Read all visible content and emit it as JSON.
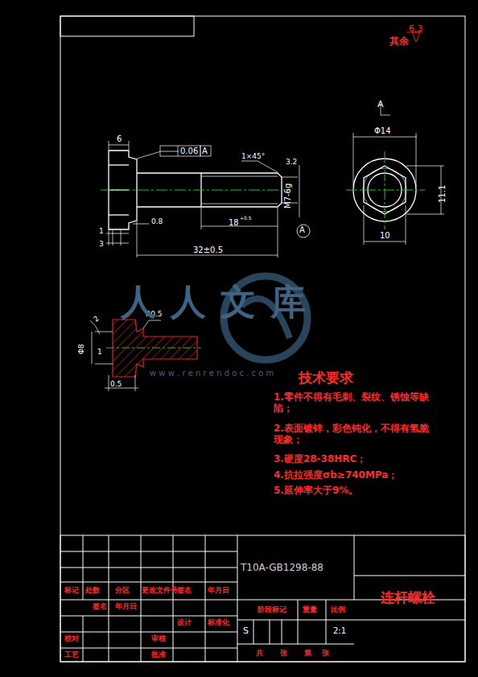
{
  "diagram": {
    "labels": [
      "其余",
      "6.3",
      "A",
      "6",
      "0.06",
      "A",
      "1×45°",
      "3.2",
      "M7-6g",
      "Φ14",
      "11.1",
      "1",
      "3",
      "0.8",
      "18",
      "+0.5",
      "A",
      "10",
      "32±0.5",
      "2",
      "R0.5",
      "Φ8",
      "1",
      "0.5",
      "人人文库",
      "w w w . r e n r e n d o c . c o m",
      "技术要求",
      "1.零件不得有毛刺、裂纹、锈蚀等缺陷；",
      "2.表面镀锌，彩色钝化，不得有氢脆现象；",
      "3.硬度28-38HRC；",
      "4.抗拉强度σb≥740MPa；",
      "5.延伸率大于9%。",
      "T10A-GB1298-88",
      "连杆螺栓",
      "标记",
      "处数",
      "分区",
      "更改文件号",
      "签名",
      "年月日",
      "签名",
      "年月日",
      "设计",
      "标准化",
      "阶段标记",
      "重量",
      "比例",
      "校对",
      "审核",
      "S",
      "2:1",
      "工艺",
      "批准",
      "共",
      "张",
      "第",
      "张"
    ]
  }
}
